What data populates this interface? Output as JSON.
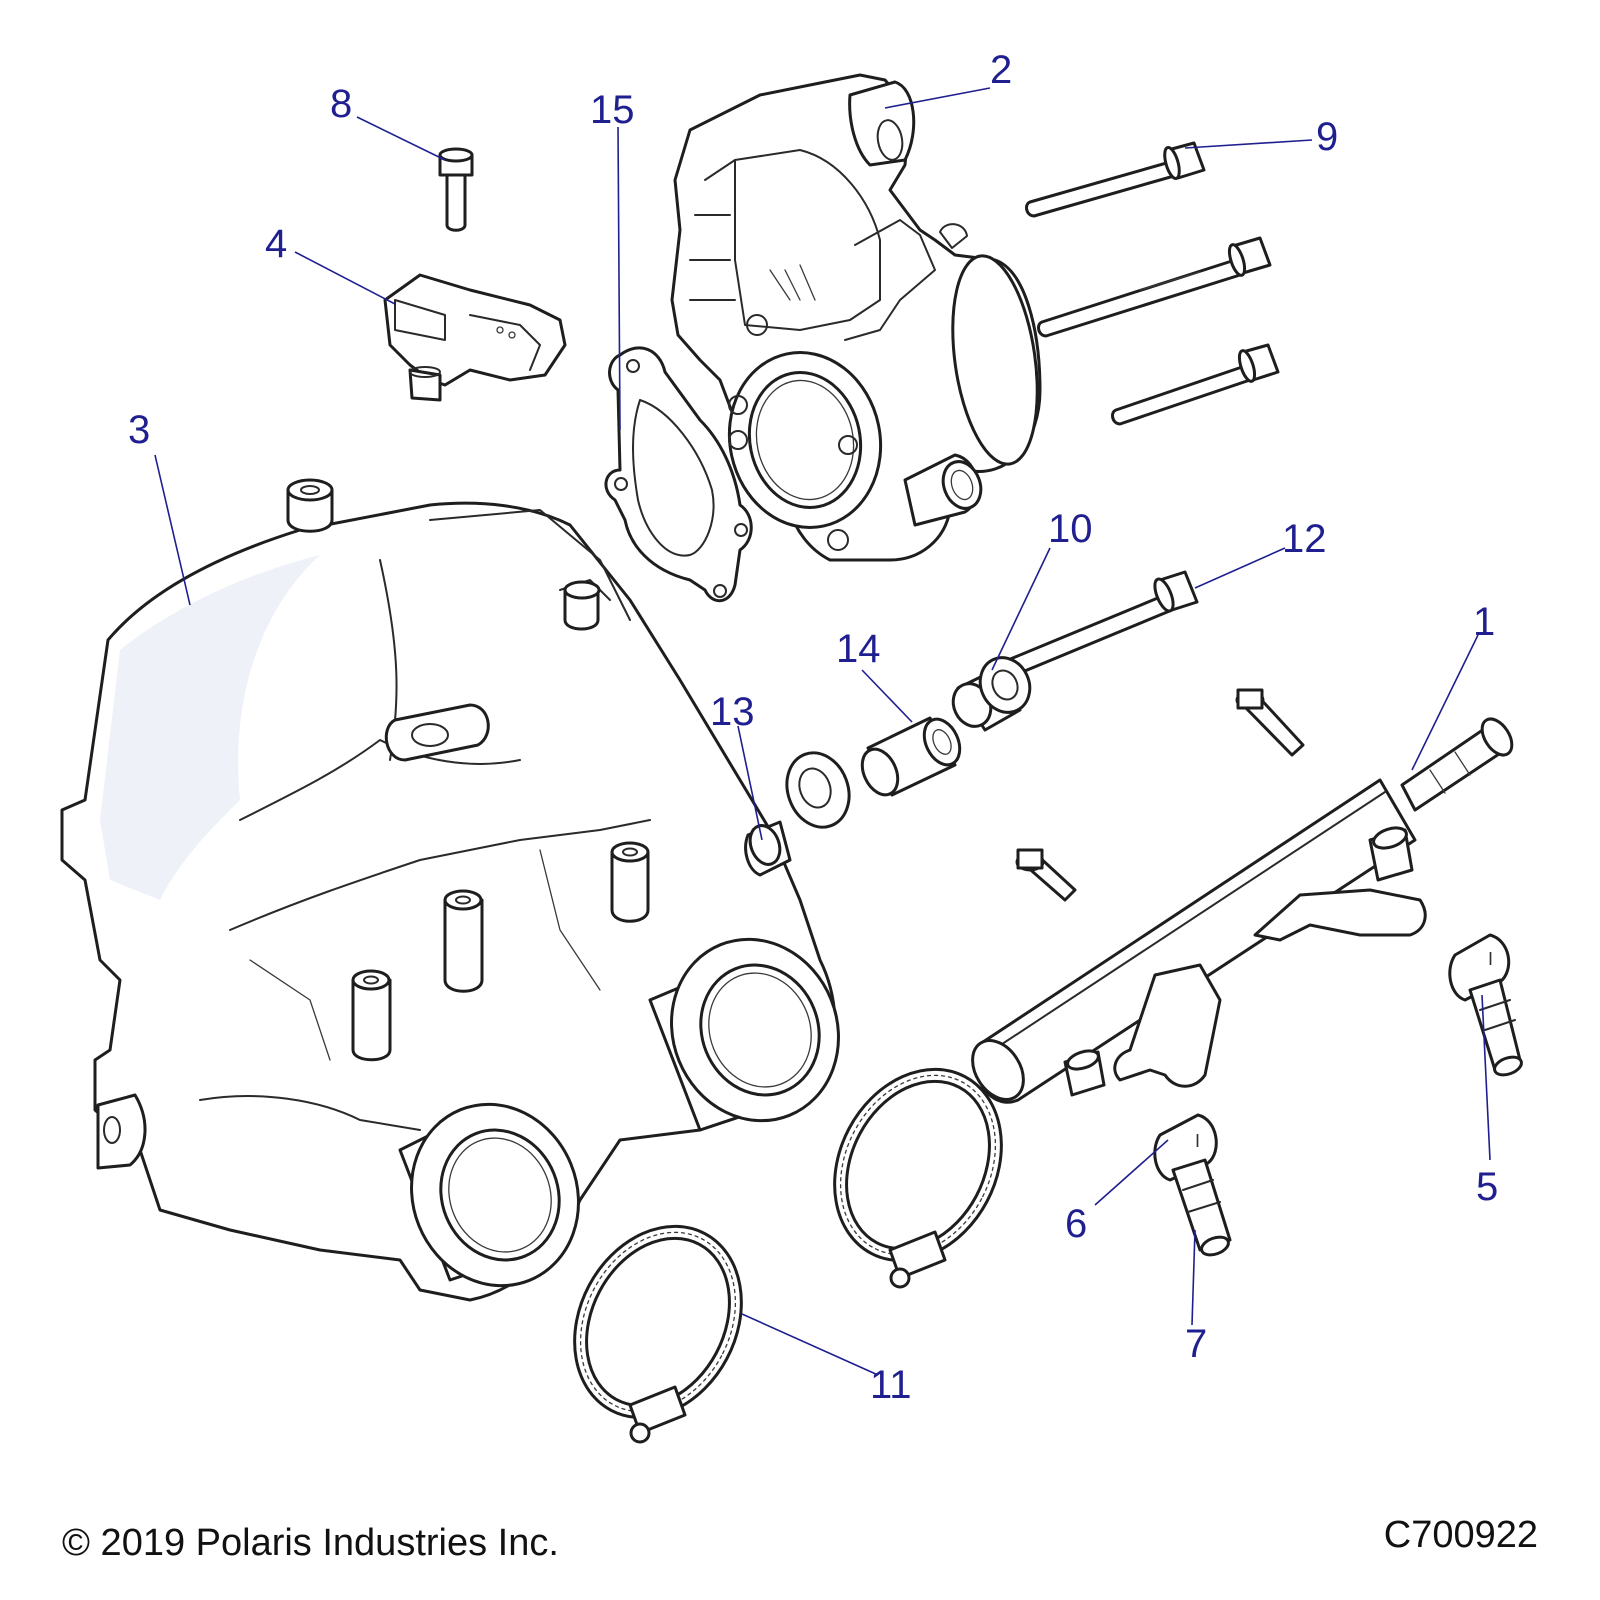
{
  "callouts": {
    "c1": "1",
    "c2": "2",
    "c3": "3",
    "c4": "4",
    "c5": "5",
    "c6": "6",
    "c7": "7",
    "c8": "8",
    "c9": "9",
    "c10": "10",
    "c11": "11",
    "c12": "12",
    "c13": "13",
    "c14": "14",
    "c15": "15"
  },
  "footer": {
    "copyright": "© 2019 Polaris Industries Inc.",
    "drawing_code": "C700922"
  },
  "colors": {
    "callout": "#1f1f8f",
    "line": "#1e1e1e",
    "shading": "#eef1f7"
  }
}
